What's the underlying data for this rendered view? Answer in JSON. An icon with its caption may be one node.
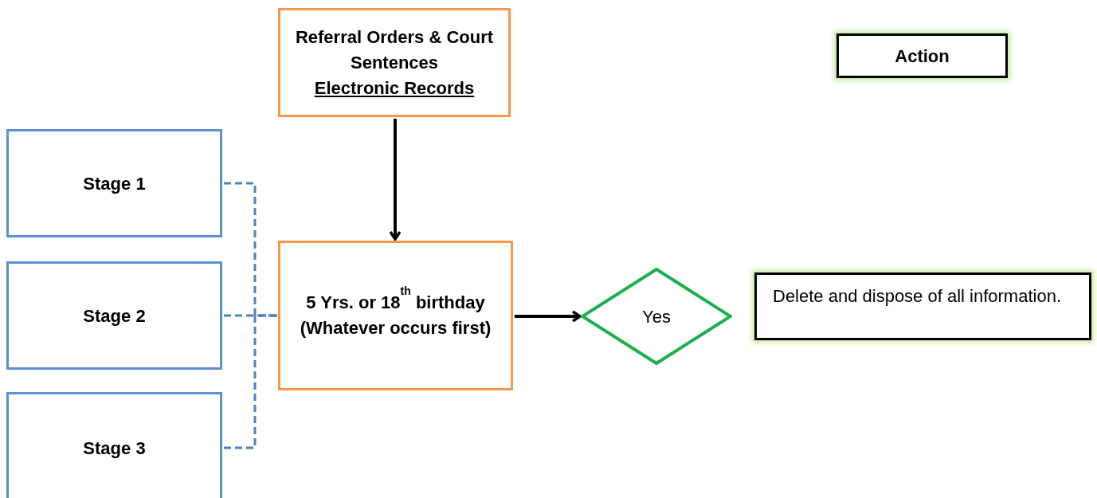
{
  "diagram": {
    "nodes": [
      {
        "text": [
          "Referral Orders & Court Sentences",
          "Electronic Records"
        ]
      },
      {
        "text": [
          "Action"
        ]
      },
      {
        "text": [
          "Stage 1"
        ]
      },
      {
        "text": [
          "Stage 2"
        ]
      },
      {
        "text": [
          "Stage 3"
        ]
      },
      {
        "text": [
          "5 Yrs. or 18$^{th}$ birthday (Whatever occurs first)"
        ]
      },
      {
        "text": [
          "Yes"
        ]
      },
      {
        "text": [
          "Delete and dispose of all information."
        ]
      }
    ],
    "edges": [
      {
        "from": 0,
        "to": 5,
        "arrow": "to",
        "color": "#000000"
      },
      {
        "from": 2,
        "to": 5,
        "arrow": "none",
        "style": "dashed"
      },
      {
        "from": 3,
        "to": 5,
        "arrow": "none",
        "style": "dashed"
      },
      {
        "from": 4,
        "to": 5,
        "arrow": "none",
        "style": "dashed"
      },
      {
        "from": 5,
        "to": 6,
        "arrow": "to",
        "color": "#000000"
      }
    ]
  }
}
